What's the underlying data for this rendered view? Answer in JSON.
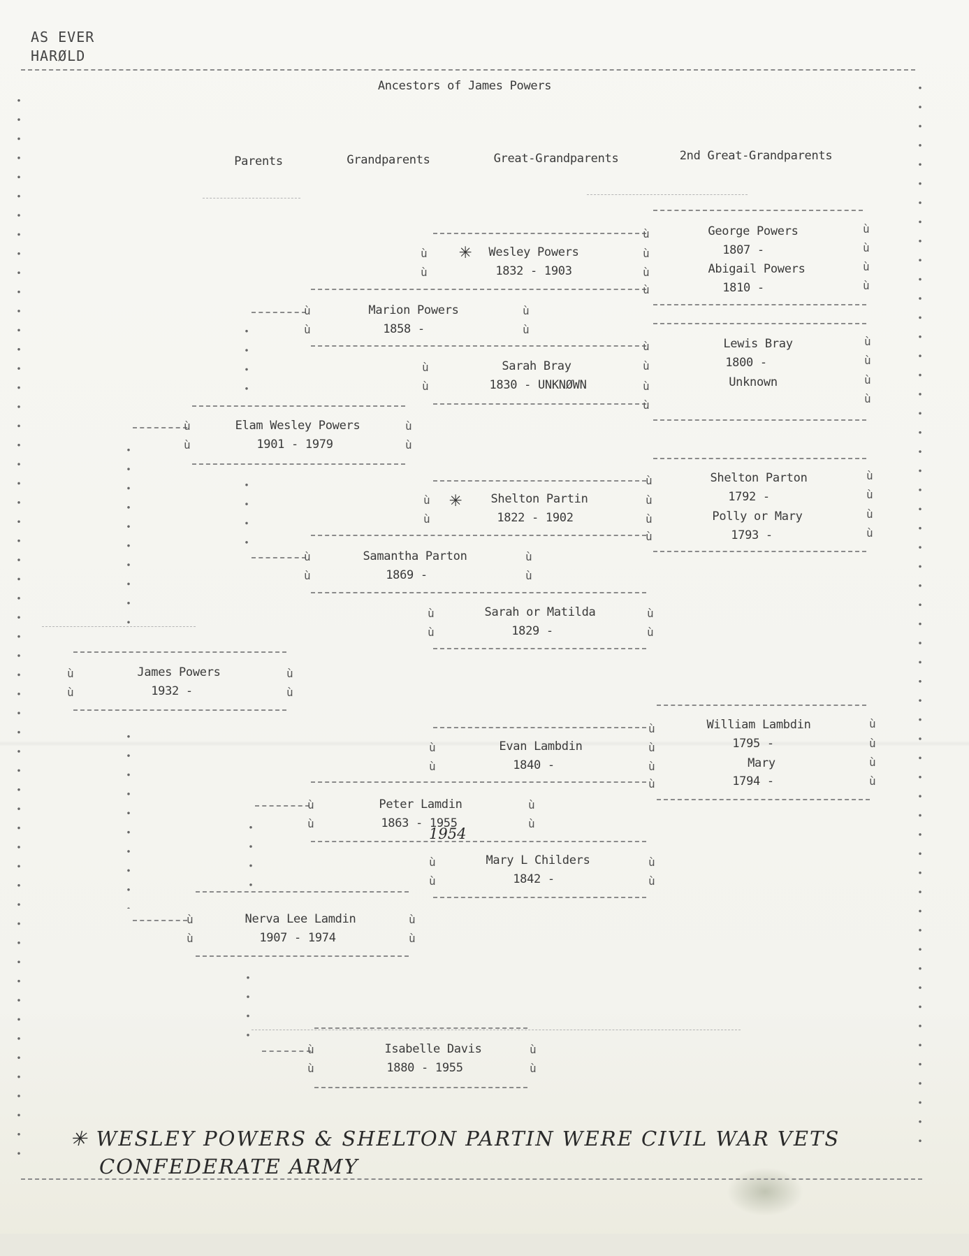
{
  "header_note": {
    "line1": "AS EVER",
    "line2": "HARØLD"
  },
  "title": "Ancestors of James Powers",
  "columns": {
    "parents": "Parents",
    "grandparents": "Grandparents",
    "great_grandparents": "Great-Grandparents",
    "second_great_grandparents": "2nd Great-Grandparents"
  },
  "margin_mark": "ù",
  "star_mark": "✳",
  "people": {
    "p0": {
      "name": "James Powers",
      "dates": "1932 -"
    },
    "p1": {
      "name": "Elam Wesley Powers",
      "dates": "1901 - 1979"
    },
    "p2": {
      "name": "Nerva Lee Lamdin",
      "dates": "1907 - 1974"
    },
    "p3": {
      "name": "Marion Powers",
      "dates": "1858 -"
    },
    "p4": {
      "name": "Samantha Parton",
      "dates": "1869 -"
    },
    "p5": {
      "name": "Peter Lamdin",
      "dates": "1863 - 1955"
    },
    "p6": {
      "name": "Isabelle Davis",
      "dates": "1880 - 1955"
    },
    "p7": {
      "name": "Wesley Powers",
      "dates": "1832 - 1903"
    },
    "p8": {
      "name": "Sarah Bray",
      "dates": "1830 - UNKNØWN"
    },
    "p9": {
      "name": "Shelton Partin",
      "dates": "1822 - 1902"
    },
    "p10": {
      "name": "Sarah or Matilda",
      "dates": "1829 -"
    },
    "p11": {
      "name": "Evan Lambdin",
      "dates": "1840 -"
    },
    "p12": {
      "name": "Mary L Childers",
      "dates": "1842 -"
    },
    "g1": {
      "name": "George Powers",
      "dates": "1807 -"
    },
    "g2": {
      "name": "Abigail Powers",
      "dates": "1810 -"
    },
    "g3": {
      "name": "Lewis Bray",
      "dates": "1800 -",
      "extra": "Unknown"
    },
    "g4": {
      "name": "Shelton Parton",
      "dates": "1792 -"
    },
    "g5": {
      "name": "Polly or Mary",
      "dates": "1793 -"
    },
    "g6": {
      "name": "William Lambdin",
      "dates": "1795 -"
    },
    "g7": {
      "name": "Mary",
      "dates": "1794 -"
    }
  },
  "handwritten": {
    "correction": "1954",
    "footnote_line1": "✳ WESLEY POWERS & SHELTON PARTIN WERE CIVIL WAR VETS",
    "footnote_line2": "CONFEDERATE ARMY"
  }
}
